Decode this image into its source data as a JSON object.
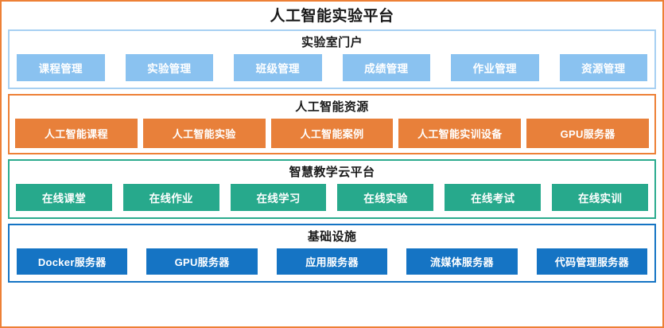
{
  "page": {
    "title": "人工智能实验平台",
    "frame_color": "#ED8036"
  },
  "sections": [
    {
      "key": "portal",
      "title": "实验室门户",
      "border_color": "#A7D0F2",
      "chip_color": "#8AC2F0",
      "items": [
        "课程管理",
        "实验管理",
        "班级管理",
        "成绩管理",
        "作业管理",
        "资源管理"
      ]
    },
    {
      "key": "resource",
      "title": "人工智能资源",
      "border_color": "#ED8036",
      "chip_color": "#E8803A",
      "items": [
        "人工智能课程",
        "人工智能实验",
        "人工智能案例",
        "人工智能实训设备",
        "GPU服务器"
      ]
    },
    {
      "key": "cloud",
      "title": "智慧教学云平台",
      "border_color": "#2BAB8E",
      "chip_color": "#27A98C",
      "items": [
        "在线课堂",
        "在线作业",
        "在线学习",
        "在线实验",
        "在线考试",
        "在线实训"
      ]
    },
    {
      "key": "infra",
      "title": "基础设施",
      "border_color": "#1574C4",
      "chip_color": "#1574C4",
      "items": [
        "Docker服务器",
        "GPU服务器",
        "应用服务器",
        "流媒体服务器",
        "代码管理服务器"
      ]
    }
  ]
}
